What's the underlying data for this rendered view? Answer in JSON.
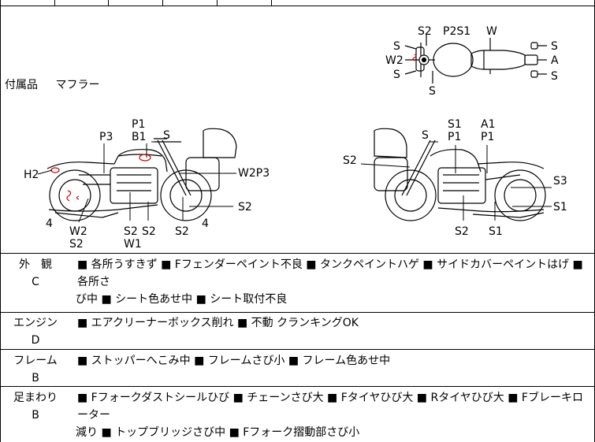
{
  "accessory": {
    "label": "付属品",
    "value": "マフラー"
  },
  "top_callouts": [
    "S2",
    "P2S1",
    "W",
    "S",
    "W2",
    "S",
    "S",
    "S",
    "A",
    "S"
  ],
  "left_callouts": [
    "P1",
    "B1",
    "S",
    "P3",
    "H2",
    "W2P3",
    "S2",
    "4",
    "W2",
    "S2",
    "S2",
    "S2",
    "W1",
    "S2",
    "4"
  ],
  "right_callouts": [
    "S1",
    "P1",
    "S",
    "A1",
    "P1",
    "S2",
    "S3",
    "S1",
    "S2",
    "S1"
  ],
  "sections": [
    {
      "label": "外　観",
      "grade": "C",
      "line1": "■ 各所うすきず ■ Fフェンダーペイント不良 ■ タンクペイントハゲ ■ サイドカバーペイントはげ ■ 各所さ",
      "line2": "び中 ■ シート色あせ中 ■ シート取付不良"
    },
    {
      "label": "エンジン",
      "grade": "D",
      "line1": "■ エアクリーナーボックス削れ ■ 不動 クランキングOK",
      "line2": ""
    },
    {
      "label": "フレーム",
      "grade": "B",
      "line1": "■ ストッパーへこみ中 ■ フレームさび小 ■ フレーム色あせ中",
      "line2": ""
    },
    {
      "label": "足まわり",
      "grade": "B",
      "line1": "■ Fフォークダストシールひび ■ チェーンさび大 ■ Fタイヤひび大 ■ Rタイヤひび大 ■ Fブレーキローター",
      "line2": "減り ■ トップブリッジさび中 ■ Fフォーク摺動部さび小"
    }
  ]
}
